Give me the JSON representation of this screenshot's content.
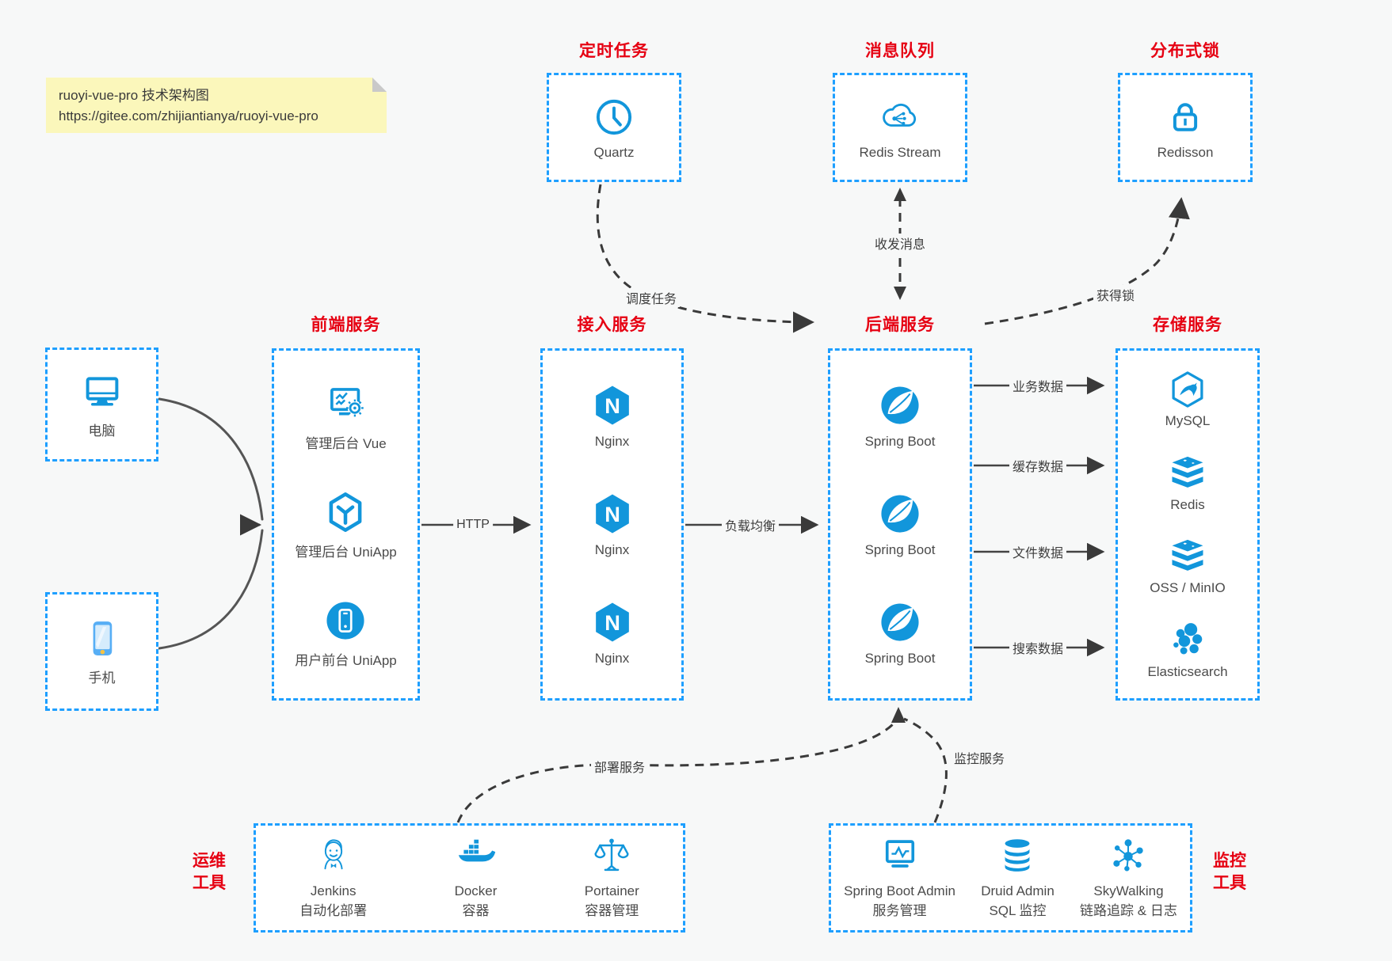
{
  "note": {
    "title": "ruoyi-vue-pro 技术架构图",
    "url": "https://gitee.com/zhijiantianya/ruoyi-vue-pro"
  },
  "top_groups": [
    {
      "title": "定时任务",
      "item": {
        "icon": "clock-icon",
        "label": "Quartz"
      }
    },
    {
      "title": "消息队列",
      "item": {
        "icon": "cloud-message-icon",
        "label": "Redis Stream"
      }
    },
    {
      "title": "分布式锁",
      "item": {
        "icon": "lock-icon",
        "label": "Redisson"
      }
    }
  ],
  "clients": [
    {
      "icon": "desktop-icon",
      "label": "电脑"
    },
    {
      "icon": "phone-icon",
      "label": "手机"
    }
  ],
  "columns": [
    {
      "title": "前端服务",
      "items": [
        {
          "icon": "admin-vue-icon",
          "label": "管理后台 Vue"
        },
        {
          "icon": "uniapp-cube-icon",
          "label": "管理后台 UniApp"
        },
        {
          "icon": "user-app-icon",
          "label": "用户前台 UniApp"
        }
      ]
    },
    {
      "title": "接入服务",
      "items": [
        {
          "icon": "nginx-icon",
          "label": "Nginx"
        },
        {
          "icon": "nginx-icon",
          "label": "Nginx"
        },
        {
          "icon": "nginx-icon",
          "label": "Nginx"
        }
      ]
    },
    {
      "title": "后端服务",
      "items": [
        {
          "icon": "spring-boot-icon",
          "label": "Spring Boot"
        },
        {
          "icon": "spring-boot-icon",
          "label": "Spring Boot"
        },
        {
          "icon": "spring-boot-icon",
          "label": "Spring Boot"
        }
      ]
    },
    {
      "title": "存储服务",
      "items": [
        {
          "icon": "mysql-icon",
          "label": "MySQL"
        },
        {
          "icon": "redis-icon",
          "label": "Redis"
        },
        {
          "icon": "oss-icon",
          "label": "OSS / MinIO"
        },
        {
          "icon": "elasticsearch-icon",
          "label": "Elasticsearch"
        }
      ]
    }
  ],
  "bottom_groups": [
    {
      "title_line1": "运维",
      "title_line2": "工具",
      "items": [
        {
          "icon": "jenkins-icon",
          "name": "Jenkins",
          "desc": "自动化部署"
        },
        {
          "icon": "docker-icon",
          "name": "Docker",
          "desc": "容器"
        },
        {
          "icon": "portainer-icon",
          "name": "Portainer",
          "desc": "容器管理"
        }
      ]
    },
    {
      "title_line1": "监控",
      "title_line2": "工具",
      "items": [
        {
          "icon": "springboot-admin-icon",
          "name": "Spring Boot Admin",
          "desc": "服务管理"
        },
        {
          "icon": "druid-icon",
          "name": "Druid Admin",
          "desc": "SQL 监控"
        },
        {
          "icon": "skywalking-icon",
          "name": "SkyWalking",
          "desc": "链路追踪 & 日志"
        }
      ]
    }
  ],
  "edges": {
    "http": "HTTP",
    "load_balance": "负载均衡",
    "business_data": "业务数据",
    "cache_data": "缓存数据",
    "file_data": "文件数据",
    "search_data": "搜索数据",
    "schedule_task": "调度任务",
    "send_receive_msg": "收发消息",
    "acquire_lock": "获得锁",
    "deploy_service": "部署服务",
    "monitor_service": "监控服务"
  },
  "colors": {
    "page_bg": "#f7f8f8",
    "box_bg": "#ffffff",
    "border_blue": "#1e9fff",
    "icon_blue": "#1296db",
    "title_red": "#e60012",
    "arrow_dark": "#3a3a3a",
    "note_bg": "#fbf7bb"
  }
}
